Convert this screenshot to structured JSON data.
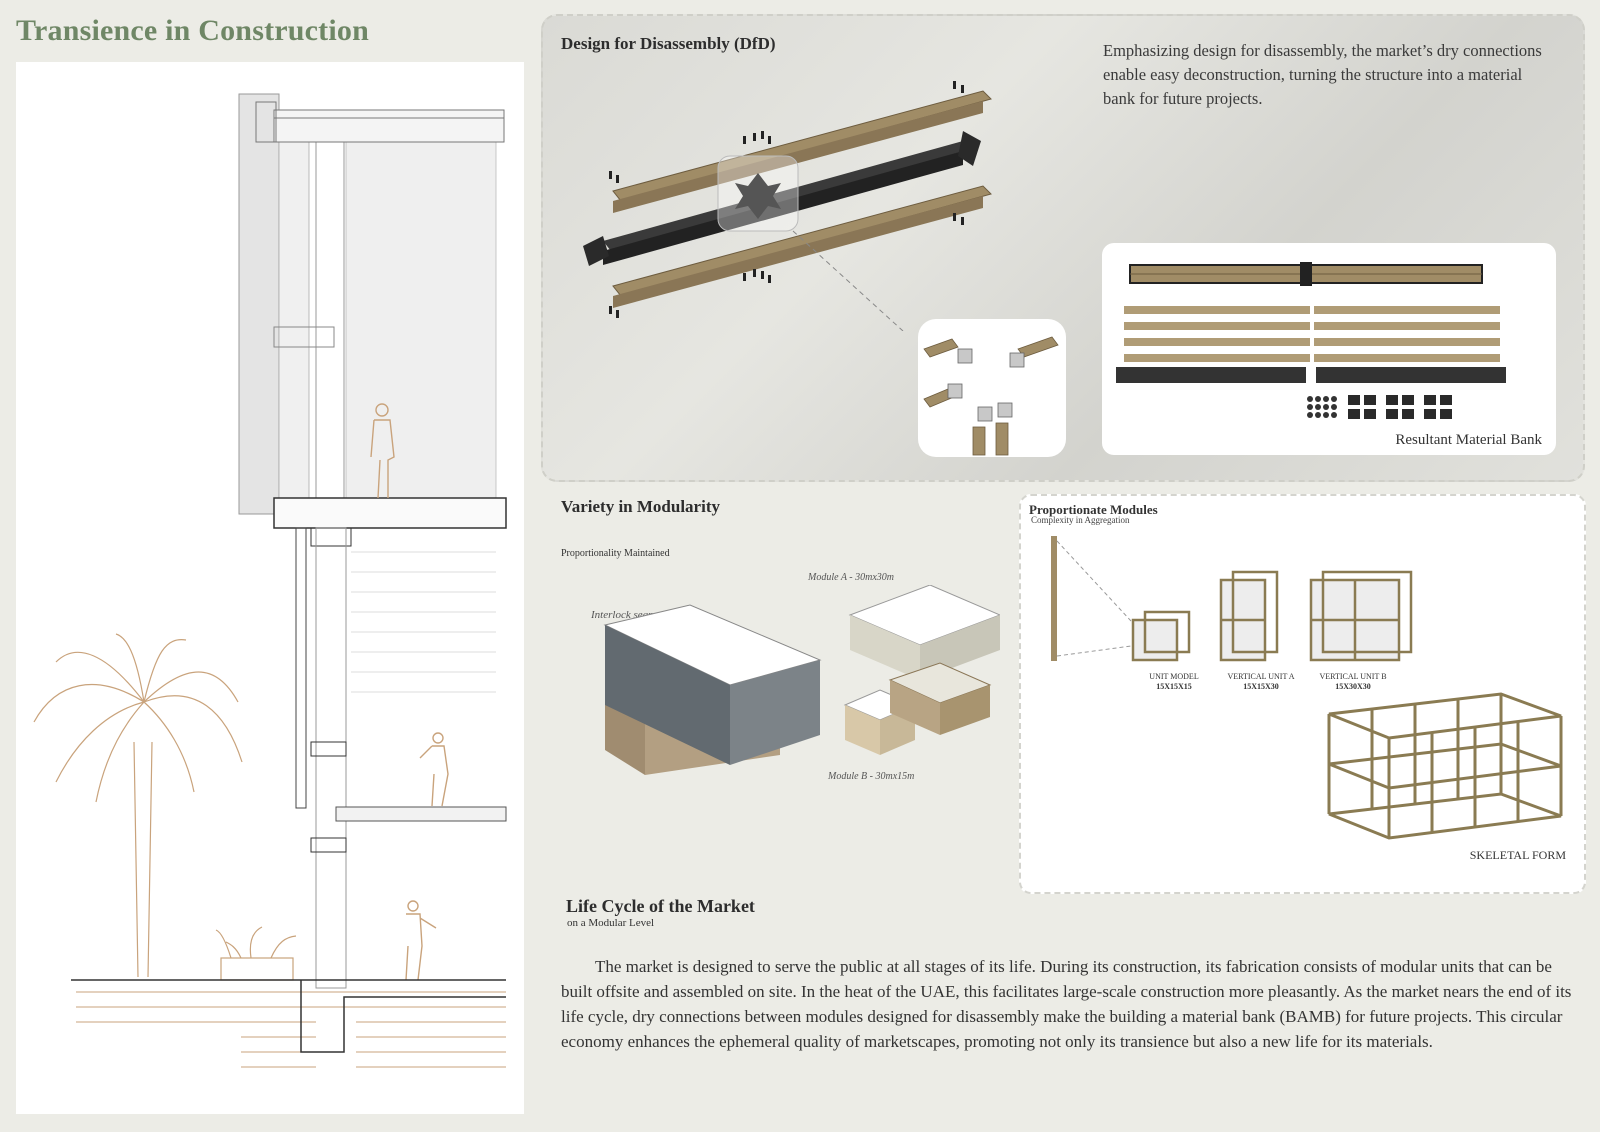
{
  "title": "Transience in Construction",
  "dfd": {
    "heading": "Design for Disassembly (DfD)",
    "description": "Emphasizing design for disassembly, the market’s dry connections enable easy deconstruction, turning the structure into a material bank for future projects.",
    "material_bank_caption": "Resultant Material Bank"
  },
  "modularity": {
    "heading": "Variety in Modularity",
    "subheading": "Proportionality Maintained",
    "interlock_label": "Interlock segment 1",
    "module_a_label": "Module A - 30mx30m",
    "module_b_label": "Module B - 30mx15m"
  },
  "proportionate": {
    "heading": "Proportionate Modules",
    "subheading": "Complexity in Aggregation",
    "units": [
      {
        "name": "UNIT MODEL",
        "size": "15X15X15"
      },
      {
        "name": "VERTICAL UNIT A",
        "size": "15X15X30"
      },
      {
        "name": "VERTICAL UNIT B",
        "size": "15X30X30"
      }
    ],
    "skeletal_caption": "SKELETAL FORM"
  },
  "lifecycle": {
    "heading": "Life Cycle of the Market",
    "subheading": "on a Modular Level",
    "body": "The market is designed to serve the public at all stages of its life. During its construction, its fabrication consists of modular units that can be built offsite and assembled on site. In the heat of the UAE, this facilitates large-scale construction more pleasantly. As the market nears the end of its life cycle, dry connections between modules designed for disassembly make the building a material bank (BAMB) for future projects. This circular economy enhances the ephemeral quality of marketscapes, promoting not only its transience but also a new life for its materials."
  },
  "colors": {
    "title_green": "#6f8766",
    "timber": "#a08c66",
    "steel": "#3a3a3a",
    "sketch_line": "#c9a37c"
  }
}
